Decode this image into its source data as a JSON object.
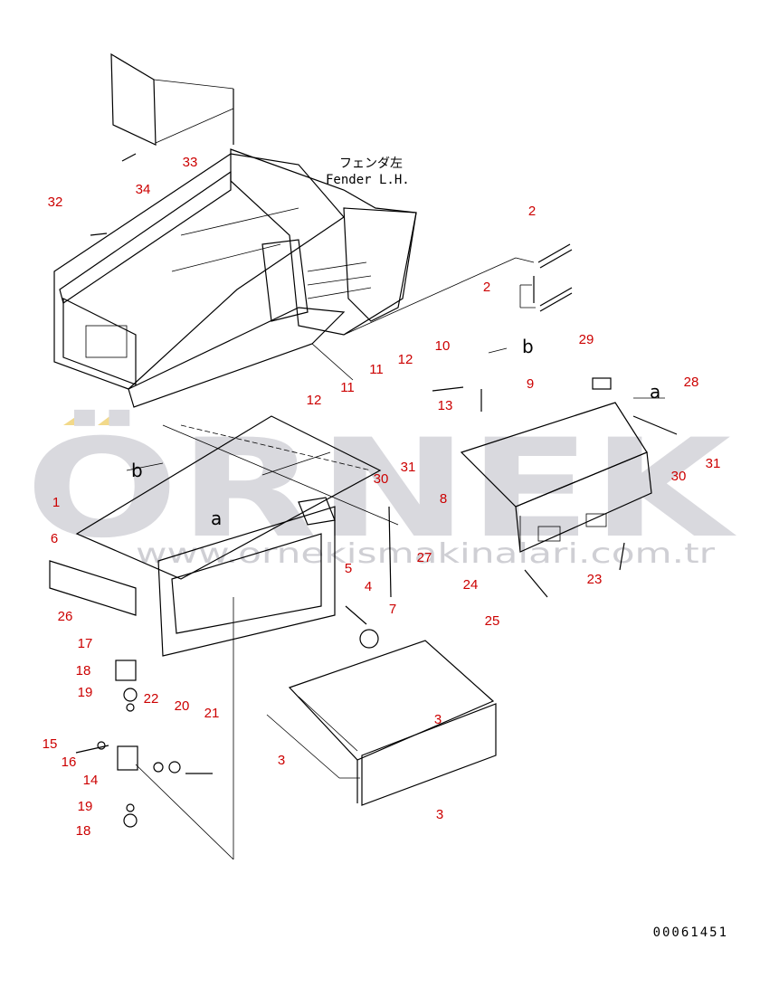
{
  "watermark": {
    "brand": "ÖRNEK",
    "url": "www.ornekismakinalari.com.tr",
    "brand_color": "#d9d9de",
    "accent_color": "#f2d98a"
  },
  "fender_label": {
    "jp": "フェンダ左",
    "en": "Fender L.H."
  },
  "drawing_id": "00061451",
  "callout_color": "#cc0000",
  "callouts": [
    "1",
    "2",
    "2",
    "3",
    "3",
    "3",
    "4",
    "5",
    "6",
    "7",
    "8",
    "9",
    "10",
    "11",
    "11",
    "12",
    "12",
    "13",
    "14",
    "15",
    "16",
    "17",
    "18",
    "18",
    "19",
    "19",
    "20",
    "21",
    "22",
    "23",
    "24",
    "25",
    "26",
    "27",
    "28",
    "29",
    "30",
    "30",
    "31",
    "31",
    "32",
    "33",
    "34"
  ],
  "letters": [
    "a",
    "a",
    "b",
    "b"
  ]
}
